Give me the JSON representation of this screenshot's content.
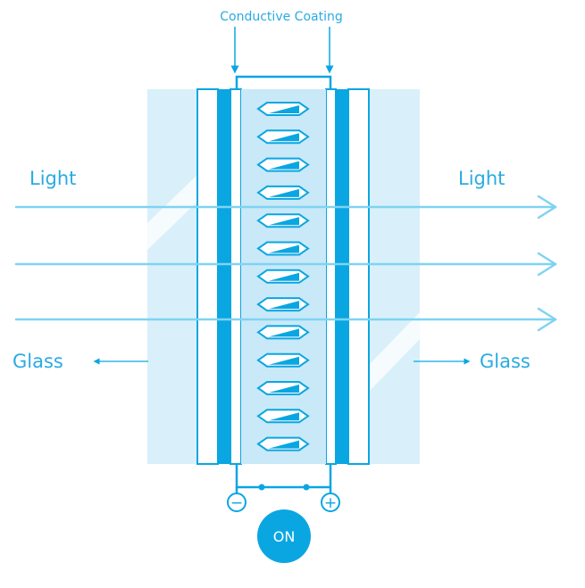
{
  "labels": {
    "coating": "Conductive Coating",
    "light_left": "Light",
    "light_right": "Light",
    "glass_left": "Glass",
    "glass_right": "Glass",
    "negative": "−",
    "positive": "+",
    "power": "ON"
  },
  "crystal_count": 13,
  "light_ray_count": 3,
  "colors": {
    "accent": "#0aa6e2",
    "label": "#29abe2",
    "ray": "#7fd3f2",
    "glass": "#d9f0fa",
    "crystal_fill": "#bfe6f7"
  }
}
